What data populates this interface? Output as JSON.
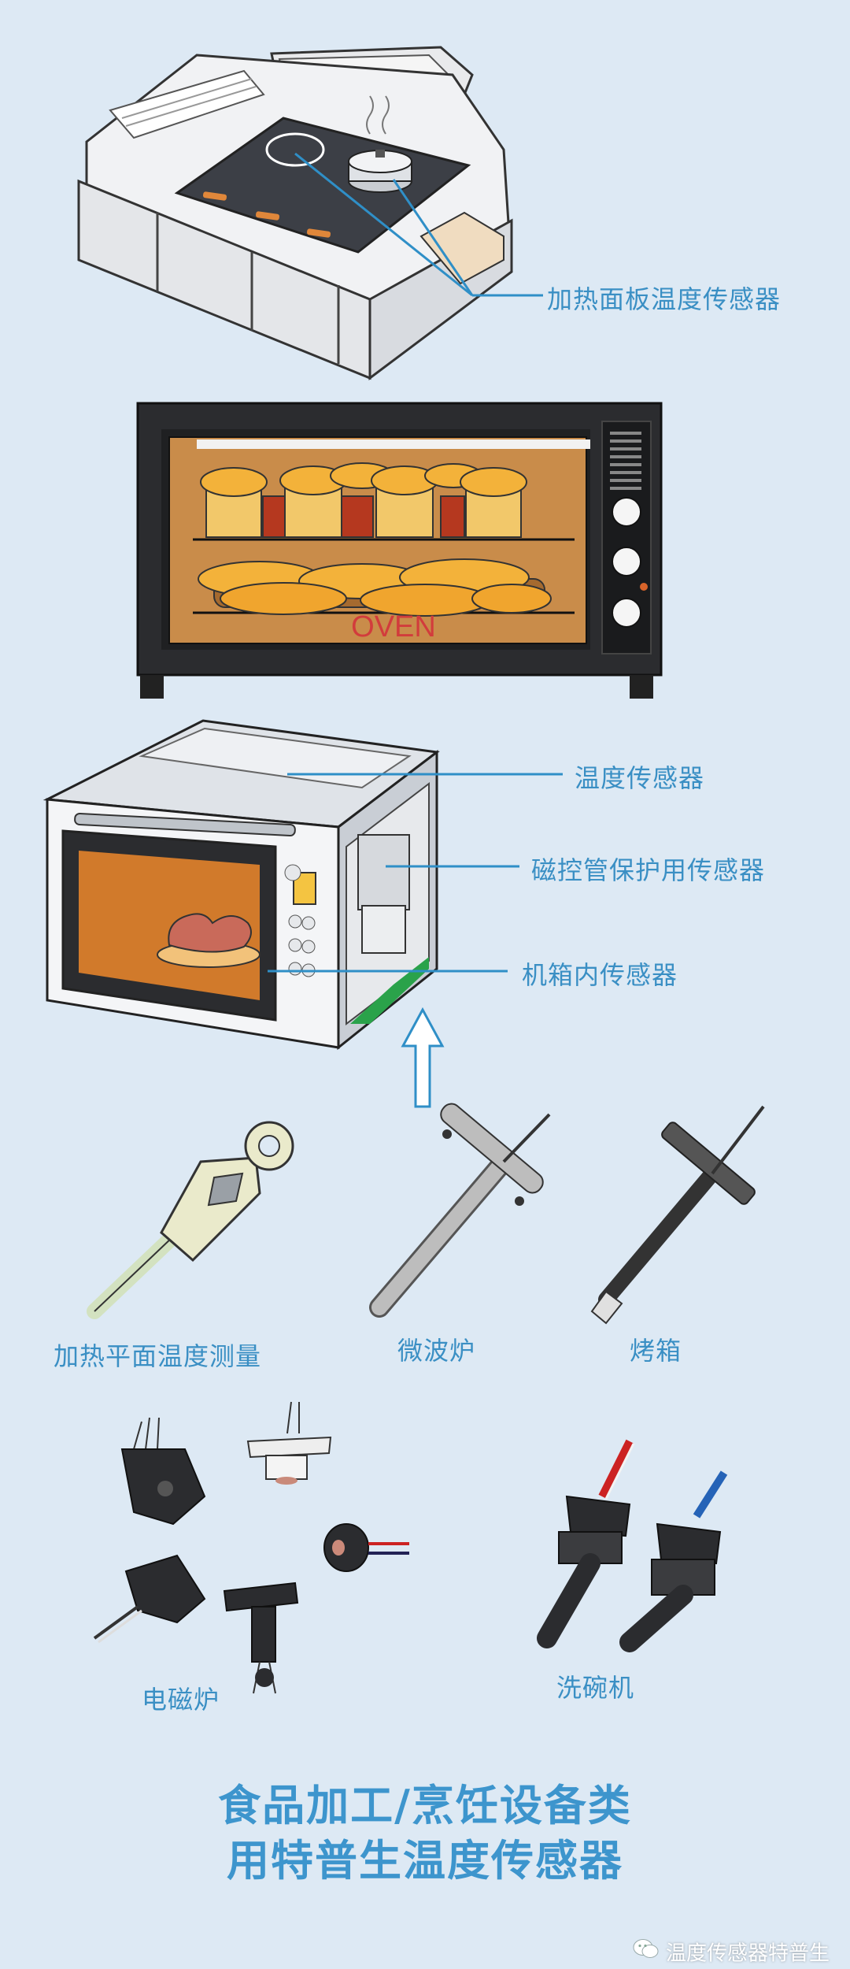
{
  "callouts": {
    "cooktop_panel": "加热面板温度传感器",
    "microwave_temp": "温度传感器",
    "magnetron": "磁控管保护用传感器",
    "cabinet": "机箱内传感器"
  },
  "appliance_labels": {
    "oven_text": "OVEN"
  },
  "sensor_labels": {
    "heating_plane": "加热平面温度测量",
    "microwave": "微波炉",
    "oven": "烤箱",
    "induction": "电磁炉",
    "dishwasher": "洗碗机"
  },
  "title": {
    "line1": "食品加工/烹饪设备类",
    "line2": "用特普生温度传感器"
  },
  "watermark": {
    "text": "温度传感器特普生"
  },
  "colors": {
    "background": "#dde9f4",
    "accent": "#3a8fc4",
    "leader_line": "#2f8fc7"
  },
  "icons": [
    "wechat-icon",
    "up-arrow-icon"
  ]
}
